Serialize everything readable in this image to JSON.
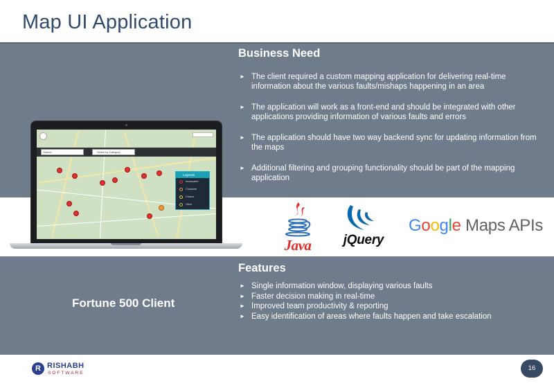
{
  "title": "Map UI Application",
  "business_need": {
    "heading": "Business Need",
    "items": [
      "The client required a custom mapping application for delivering real-time information about the various faults/mishaps happening in an area",
      "The application will work as a front-end and should be integrated with other applications providing information of various faults and errors",
      "The application should have two way backend sync for updating information from the maps",
      "Additional filtering and grouping functionality should be part of the mapping application"
    ]
  },
  "features": {
    "heading": "Features",
    "items": [
      "Single information window, displaying various faults",
      "Faster decision making in real-time",
      "Improved team productivity & reporting",
      "Easy identification of areas where faults happen and take escalation"
    ]
  },
  "client": "Fortune 500 Client",
  "map_ui": {
    "search_placeholder": "Search",
    "select_label": "Select by Category",
    "legend_title": "Legends",
    "legend_items": [
      {
        "label": "Incomplete",
        "color": "#e03030"
      },
      {
        "label": "Complete",
        "color": "#f0963a"
      },
      {
        "label": "Closed",
        "color": "#e8d63a"
      },
      {
        "label": "Other",
        "color": "#b9c23a"
      }
    ]
  },
  "logos": {
    "java": "Java",
    "jquery": "jQuery",
    "google_maps": {
      "google": [
        "G",
        "o",
        "o",
        "g",
        "l",
        "e"
      ],
      "rest": " Maps APIs"
    }
  },
  "footer": {
    "brand_mark": "R",
    "brand_name": "RISHABH",
    "brand_sub": "SOFTWARE",
    "page_number": "16"
  },
  "colors": {
    "band": "#707b8b",
    "title": "#2f4a6b",
    "brand_blue": "#2a3f8f",
    "brand_red": "#b61d2b"
  }
}
